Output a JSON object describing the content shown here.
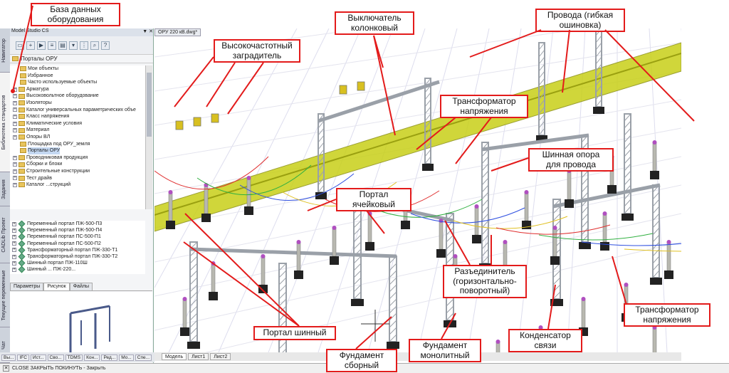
{
  "left_panel": {
    "title": "Model Studio CS",
    "title_controls": "▼ ✕",
    "path": "Порталы ОРУ",
    "vertical_tabs": [
      "Навигатор",
      "Библиотека стандартов",
      "Задания",
      "CADLib Проект",
      "Текущие переменные",
      "Чат"
    ],
    "tree": [
      {
        "label": "Мои объекты",
        "pm": ""
      },
      {
        "label": "Избранное",
        "pm": ""
      },
      {
        "label": "Часто используемые объекты",
        "pm": ""
      },
      {
        "label": "Арматура",
        "pm": "+"
      },
      {
        "label": "Высоковольтное оборудование",
        "pm": "+"
      },
      {
        "label": "Изоляторы",
        "pm": "+"
      },
      {
        "label": "Каталог универсальных параметрических объе",
        "pm": "+"
      },
      {
        "label": "Класс напряжения",
        "pm": "+"
      },
      {
        "label": "Климатические условия",
        "pm": "+"
      },
      {
        "label": "Материал",
        "pm": "+"
      },
      {
        "label": "Опоры ВЛ",
        "pm": "+"
      },
      {
        "label": "Площадка под ОРУ_земля",
        "pm": ""
      },
      {
        "label": "Порталы ОРУ",
        "pm": "",
        "selected": true
      },
      {
        "label": "Проводниковая продукция",
        "pm": "+"
      },
      {
        "label": "Сборки и блоки",
        "pm": "+"
      },
      {
        "label": "Строительные конструкции",
        "pm": "+"
      },
      {
        "label": "Тест драйв",
        "pm": "+"
      },
      {
        "label": "Каталог ...струкций",
        "pm": "+"
      }
    ],
    "list": [
      "Переменный портал ПЖ-500-П3",
      "Переменный портал ПЖ-500-П4",
      "Переменный портал ПС-500-П1",
      "Переменный портал ПС-500-П2",
      "Трансформаторный портал ПЖ-330-Т1",
      "Трансформаторный портал ПЖ-330-Т2",
      "Шинный портал ПЖ-110Ш",
      "Шинный ... ПЖ-220..."
    ],
    "props_tabs": [
      "Параметры",
      "Рисунок",
      "Файлы"
    ],
    "bottom_tabs": [
      "Вы...",
      "IFC",
      "Ист...",
      "Сво...",
      "TDMS",
      "Кон...",
      "Ред...",
      "Мо...",
      "Спе..."
    ]
  },
  "document_tab": "ОРУ 220 кВ.dwg*",
  "layout_tabs": [
    "Модель",
    "Лист1",
    "Лист2"
  ],
  "command_line": "CLOSE ЗАКРЫТЬ ПОКИНУТЬ - Закрыть",
  "annotations": [
    {
      "id": "db",
      "text": "База данных\nоборудования"
    },
    {
      "id": "hf",
      "text": "Высокочастотный\nзаградитель"
    },
    {
      "id": "sw",
      "text": "Выключатель\nколонковый"
    },
    {
      "id": "wires",
      "text": "Провода (гибкая\nошиновка)"
    },
    {
      "id": "vt1",
      "text": "Трансформатор\nнапряжения"
    },
    {
      "id": "bus_sup",
      "text": "Шинная опора\nдля провода"
    },
    {
      "id": "cell",
      "text": "Портал\nячейковый"
    },
    {
      "id": "disc",
      "text": "Разъединитель\n(горизонтально-\nповоротный)"
    },
    {
      "id": "vt2",
      "text": "Трансформатор\nнапряжения"
    },
    {
      "id": "cap",
      "text": "Конденсатор\nсвязи"
    },
    {
      "id": "bus",
      "text": "Портал шинный"
    },
    {
      "id": "fnd_a",
      "text": "Фундамент\nсборный"
    },
    {
      "id": "fnd_m",
      "text": "Фундамент\nмонолитный"
    }
  ],
  "colors": {
    "annotation_border": "#e31b1b",
    "busbar": "#c8d018",
    "steel": "#9aa0a8",
    "foundation": "#222222"
  }
}
